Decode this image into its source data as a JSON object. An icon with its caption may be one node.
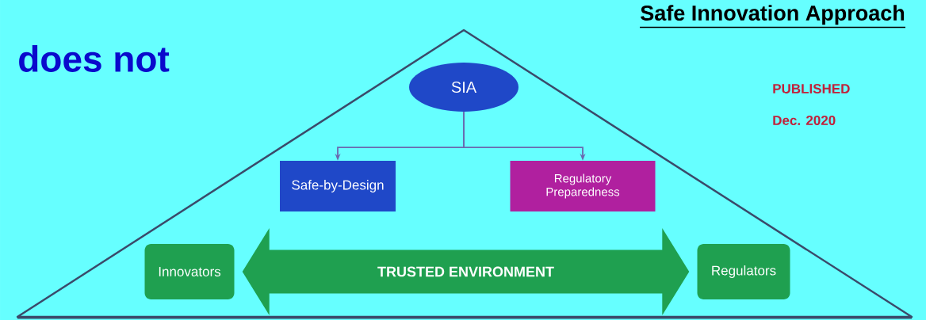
{
  "diagram": {
    "title": "Safe Innovation Approach",
    "nodes": [
      {
        "text": [
          "SIA"
        ]
      },
      {
        "text": [
          "Safe-by-Design"
        ]
      },
      {
        "text": [
          "Regulatory Preparedness"
        ]
      },
      {
        "text": [
          "Innovators"
        ]
      },
      {
        "text": [
          "Regulators"
        ]
      }
    ],
    "edges": [
      {
        "from": 0,
        "to": 1,
        "arrow": "to"
      },
      {
        "from": 0,
        "to": 2,
        "arrow": "to"
      },
      {
        "from": 3,
        "to": 4,
        "arrow": "both",
        "label": "TRUSTED ENVIRONMENT",
        "style": "thick",
        "color": "#1fa050"
      }
    ],
    "labels": [
      "does not",
      "PUBLISHED",
      "Dec. 2020"
    ]
  }
}
